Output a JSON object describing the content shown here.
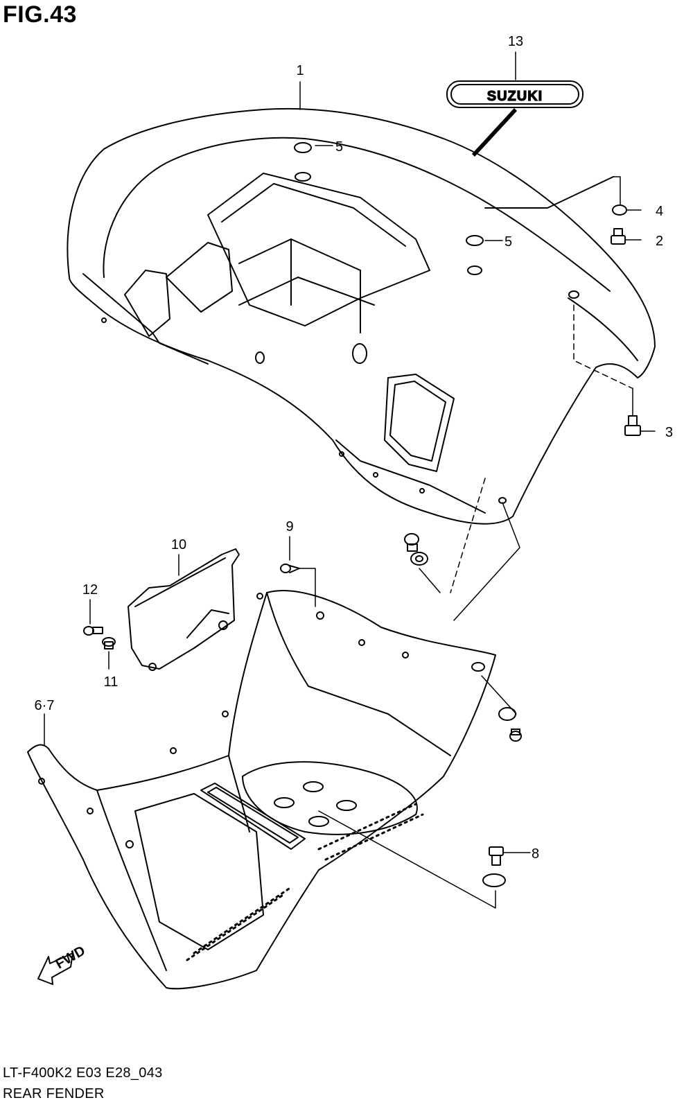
{
  "figure": {
    "title": "FIG.43"
  },
  "footer": {
    "model_code": "LT-F400K2 E03 E28_043",
    "part_name": "REAR FENDER"
  },
  "emblem": {
    "text": "SUZUKI"
  },
  "direction": {
    "text": "FWD"
  },
  "callouts": {
    "c1": "1",
    "c2": "2",
    "c3": "3",
    "c4": "4",
    "c5a": "5",
    "c5b": "5",
    "c67": "6·7",
    "c8": "8",
    "c9": "9",
    "c10": "10",
    "c11": "11",
    "c12": "12",
    "c13": "13"
  }
}
